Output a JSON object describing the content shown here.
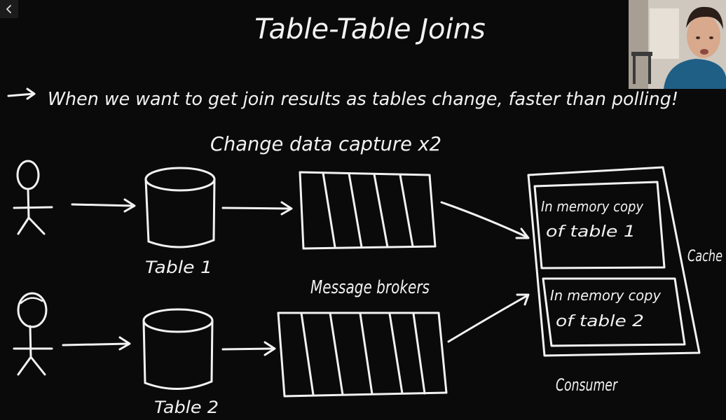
{
  "title": "Table-Table Joins",
  "bullet": "When we want to get join results as tables change, faster than polling!",
  "cdc_label": "Change data capture x2",
  "table1_label": "Table 1",
  "table2_label": "Table 2",
  "broker_label": "Message brokers",
  "cache_label": "Cache",
  "consumer_label": "Consumer",
  "memory1_line1": "In memory copy",
  "memory1_line2": "of table 1",
  "memory2_line1": "In memory copy",
  "memory2_line2": "of table 2",
  "colors": {
    "background": "#0a0a0a",
    "ink": "#f2f2f2",
    "shirt": "#1f5f86",
    "skin": "#d9a98d"
  }
}
